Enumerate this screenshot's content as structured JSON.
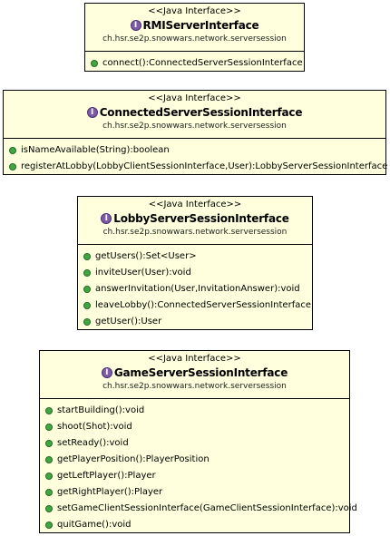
{
  "colors": {
    "box_fill": "#ffffdd",
    "border": "#000000",
    "interface_icon": "#7d5ba6",
    "operation_icon": "#41a641"
  },
  "interfaces": [
    {
      "stereotype": "<<Java Interface>>",
      "icon": "interface-icon",
      "icon_glyph": "I",
      "name": "RMIServerInterface",
      "package": "ch.hsr.se2p.snowwars.network.serversession",
      "operations": [
        "connect():ConnectedServerSessionInterface"
      ]
    },
    {
      "stereotype": "<<Java Interface>>",
      "icon": "interface-icon",
      "icon_glyph": "I",
      "name": "ConnectedServerSessionInterface",
      "package": "ch.hsr.se2p.snowwars.network.serversession",
      "operations": [
        "isNameAvailable(String):boolean",
        "registerAtLobby(LobbyClientSessionInterface,User):LobbyServerSessionInterface"
      ]
    },
    {
      "stereotype": "<<Java Interface>>",
      "icon": "interface-icon",
      "icon_glyph": "I",
      "name": "LobbyServerSessionInterface",
      "package": "ch.hsr.se2p.snowwars.network.serversession",
      "operations": [
        "getUsers():Set<User>",
        "inviteUser(User):void",
        "answerInvitation(User,InvitationAnswer):void",
        "leaveLobby():ConnectedServerSessionInterface",
        "getUser():User"
      ]
    },
    {
      "stereotype": "<<Java Interface>>",
      "icon": "interface-icon",
      "icon_glyph": "I",
      "name": "GameServerSessionInterface",
      "package": "ch.hsr.se2p.snowwars.network.serversession",
      "operations": [
        "startBuilding():void",
        "shoot(Shot):void",
        "setReady():void",
        "getPlayerPosition():PlayerPosition",
        "getLeftPlayer():Player",
        "getRightPlayer():Player",
        "setGameClientSessionInterface(GameClientSessionInterface):void",
        "quitGame():void"
      ]
    }
  ]
}
